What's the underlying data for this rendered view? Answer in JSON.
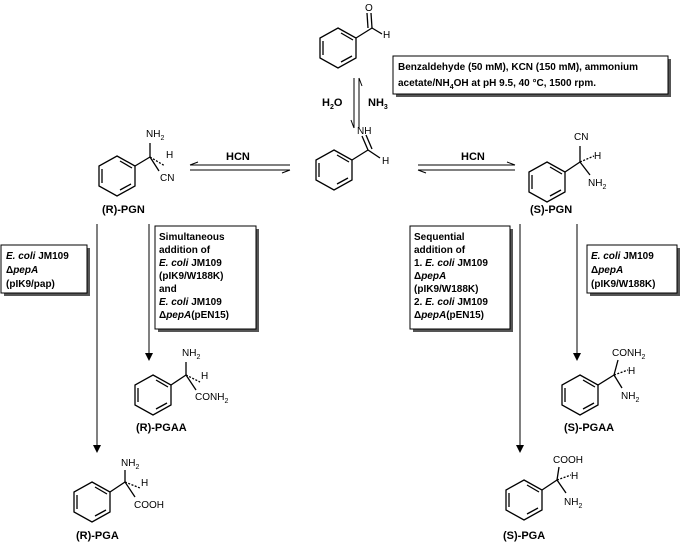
{
  "conditions_box": {
    "line1": "Benzaldehyde (50 mM), KCN (150 mM), ammonium",
    "line2_pre": "acetate/NH",
    "line2_sub": "4",
    "line2_post": "OH at pH 9.5, 40 °C, 1500 rpm."
  },
  "reagents": {
    "water": "H",
    "water_sub": "2",
    "water_post": "O",
    "ammonia": "NH",
    "ammonia_sub": "3",
    "hcn_left": "HCN",
    "hcn_right": "HCN"
  },
  "atoms": {
    "O": "O",
    "H": "H",
    "NH": "NH",
    "NH2": "NH",
    "sub2": "2",
    "CN": "CN",
    "CONH2": "CONH",
    "COOH": "COOH",
    "H_stereo": "H"
  },
  "labels": {
    "r_pgn": "(R)-PGN",
    "s_pgn": "(S)-PGN",
    "r_pgaa": "(R)-PGAA",
    "s_pgaa": "(S)-PGAA",
    "r_pga": "(R)-PGA",
    "s_pga": "(S)-PGA"
  },
  "boxes": {
    "left": {
      "l1a": "E. coli",
      "l1b": " JM109",
      "l2a": "Δ",
      "l2b": "pepA",
      "l3": "(pIK9/pap)"
    },
    "sim": {
      "l1": "Simultaneous",
      "l2": "addition of",
      "l3a": "E. coli",
      "l3b": " JM109",
      "l4": "(pIK9/W188K)",
      "l5": "and",
      "l6a": "E. coli",
      "l6b": " JM109",
      "l7a": "Δ",
      "l7b": "pepA",
      "l7c": "(pEN15)"
    },
    "seq": {
      "l1": "Sequential",
      "l2": "addition of",
      "l3a": "1. ",
      "l3b": "E. coli",
      "l3c": " JM109",
      "l4a": "Δ",
      "l4b": "pepA",
      "l5": "(pIK9/W188K)",
      "l6a": "2. ",
      "l6b": "E. coli",
      "l6c": " JM109",
      "l7a": "Δ",
      "l7b": "pepA",
      "l7c": "(pEN15)"
    },
    "right": {
      "l1a": "E. coli",
      "l1b": " JM109",
      "l2a": "Δ",
      "l2b": "pepA",
      "l3": "(pIK9/W188K)"
    }
  }
}
